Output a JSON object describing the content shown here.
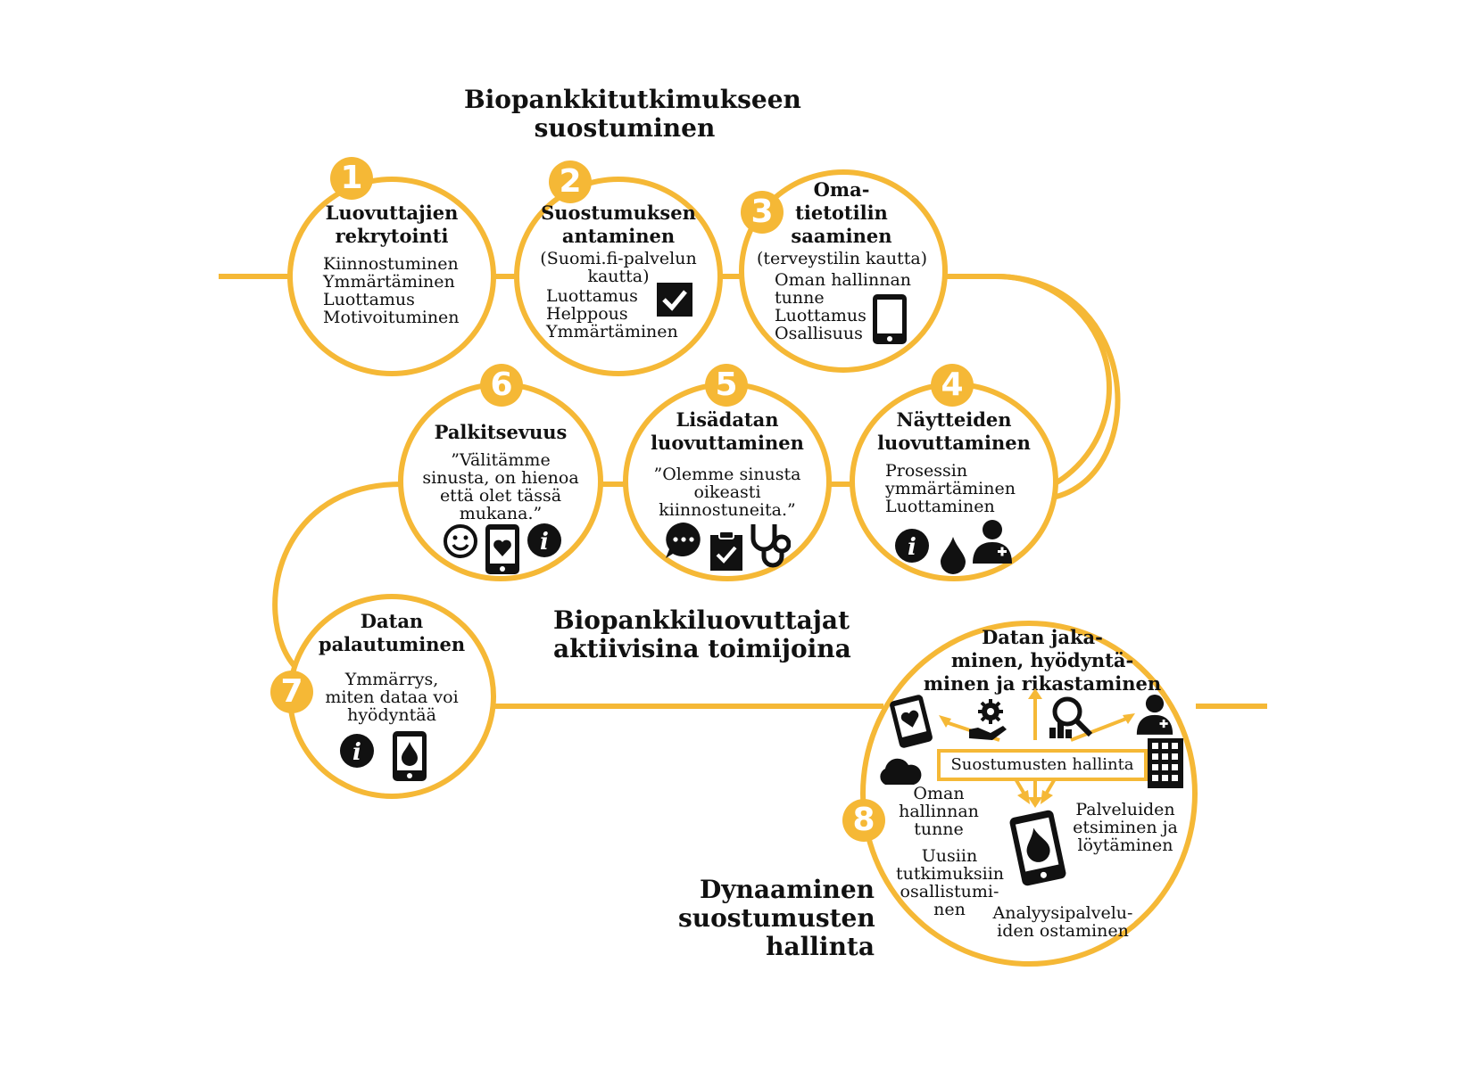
{
  "headings": {
    "top": "Biopankkitutkimukseen\nsuostuminen",
    "middle": "Biopankkiluovuttajat\naktiivisina toimijoina",
    "bottom": "Dynaaminen\nsuostumusten\nhallinta"
  },
  "steps": [
    {
      "number": "1",
      "title": "Luovuttajien\nrekrytointi",
      "body": "Kiinnostuminen\nYmmärtäminen\nLuottamus\nMotivoituminen"
    },
    {
      "number": "2",
      "title": "Suostumuksen\nantaminen",
      "subtitle": "(Suomi.fi-palvelun\nkautta)",
      "body": "Luottamus\nHelppous\nYmmärtäminen"
    },
    {
      "number": "3",
      "title": "Oma-\ntietotilin\nsaaminen",
      "subtitle": "(terveystilin kautta)",
      "body": "Oman hallinnan\ntunne\nLuottamus\nOsallisuus"
    },
    {
      "number": "4",
      "title": "Näytteiden\nluovuttaminen",
      "body": "Prosessin\nymmärtäminen\nLuottaminen"
    },
    {
      "number": "5",
      "title": "Lisädatan\nluovuttaminen",
      "body": "”Olemme sinusta\noikeasti\nkiinnostuneita.”"
    },
    {
      "number": "6",
      "title": "Palkitsevuus",
      "body": "”Välitämme\nsinusta, on hienoa\nettä olet tässä\nmukana.”"
    },
    {
      "number": "7",
      "title": "Datan\npalautuminen",
      "body": "Ymmärrys,\nmiten dataa voi\nhyödyntää"
    },
    {
      "number": "8",
      "title": "Datan jaka-\nminen, hyödyntä-\nminen ja rikastaminen",
      "consent_box": "Suostumusten hallinta",
      "label_own": "Oman\nhallinnan\ntunne",
      "label_services": "Palveluiden\netsiminen ja\nlöytäminen",
      "label_research": "Uusiin\ntutkimuksiin\nosallistumi-\nnen",
      "label_analysis": "Analyysipalvelu-\niden ostaminen"
    }
  ],
  "colors": {
    "accent": "#f5b836",
    "icon": "#111111"
  },
  "icons": [
    "checkbox-icon",
    "tablet-icon",
    "smiley-icon",
    "tablet-heart-icon",
    "info-icon",
    "chat-bubble-icon",
    "clipboard-check-icon",
    "stethoscope-icon",
    "drop-icon",
    "doctor-icon",
    "tablet-drop-icon",
    "cloud-icon",
    "gear-hand-icon",
    "magnifier-chart-icon",
    "building-icon"
  ]
}
